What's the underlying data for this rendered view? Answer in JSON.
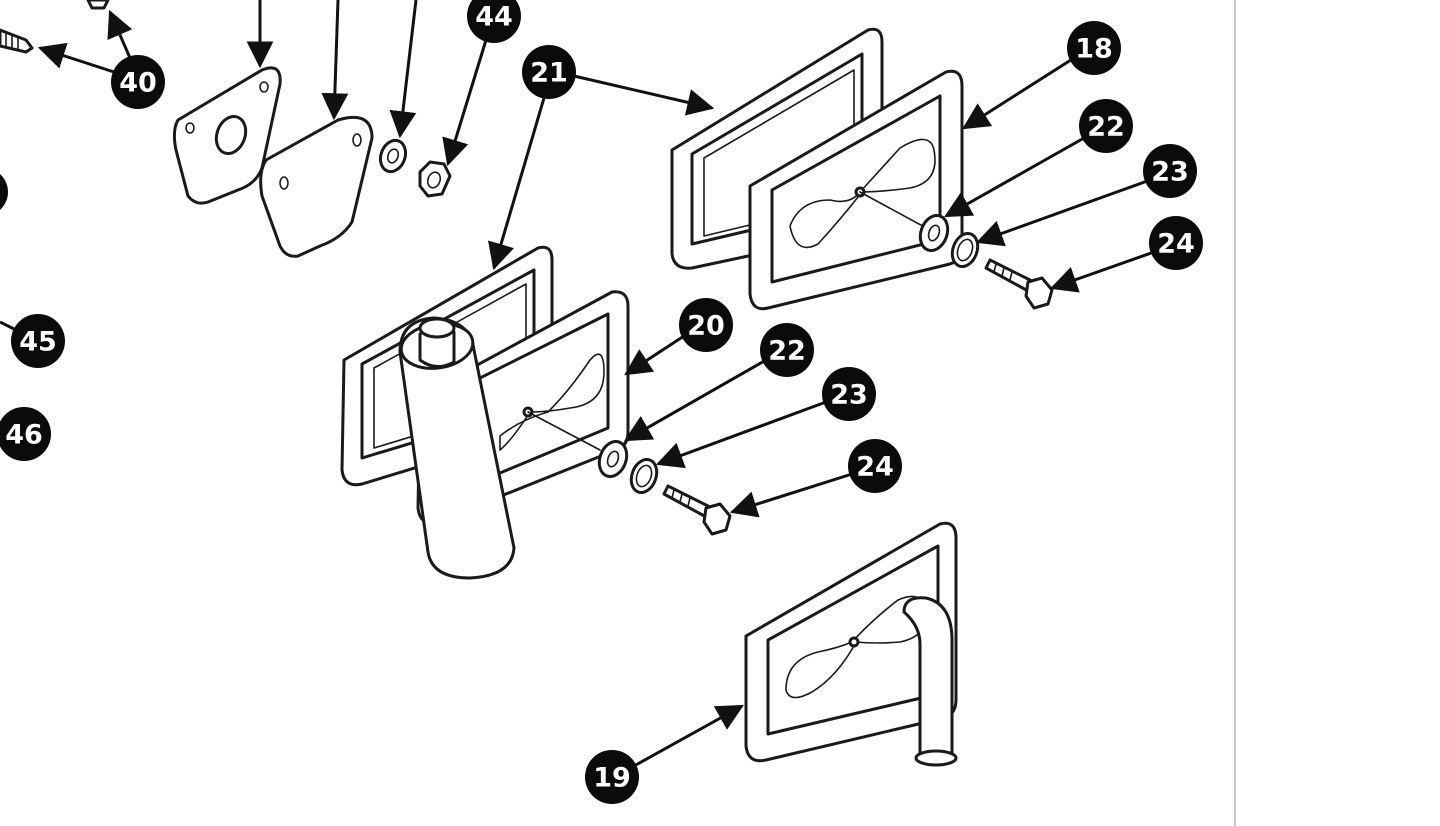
{
  "diagram": {
    "type": "exploded-parts-view",
    "callouts": [
      "40",
      "44",
      "21",
      "18",
      "22",
      "23",
      "24",
      "45",
      "46",
      "20",
      "22",
      "23",
      "24",
      "19"
    ],
    "colors": {
      "line": "#1a1a1a",
      "callout_fill": "#0b0b0b",
      "callout_text": "#ffffff",
      "background": "#ffffff",
      "divider": "#c8c8c8"
    }
  }
}
